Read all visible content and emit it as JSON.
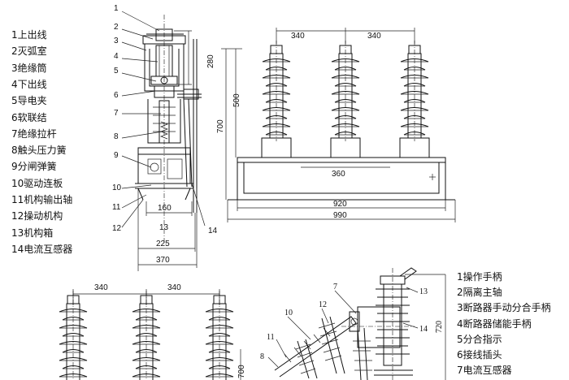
{
  "legend_left": [
    "1上出线",
    "2灭弧室",
    "3绝缘筒",
    "4下出线",
    "5导电夹",
    "6软联结",
    "7绝缘拉杆",
    "8触头压力簧",
    "9分闸弹簧",
    "10驱动连板",
    "11机构输出轴",
    "12操动机构",
    "13机构箱",
    "14电流互感器"
  ],
  "legend_right": [
    "1操作手柄",
    "2隔离主轴",
    "3断路器手动分合手柄",
    "4断路器储能手柄",
    "5分合指示",
    "6接线插头",
    "7电流互感器"
  ],
  "side_view": {
    "callouts": [
      "1",
      "2",
      "3",
      "4",
      "5",
      "6",
      "7",
      "8",
      "9",
      "10",
      "11",
      "12",
      "13",
      "14"
    ],
    "dims": {
      "height_top": "280",
      "width_160": "160",
      "width_225": "225",
      "width_370": "370"
    }
  },
  "front_view": {
    "dims": {
      "spacing_1": "340",
      "spacing_2": "340",
      "height_500": "500",
      "height_700": "700",
      "inner_360": "360",
      "width_920": "920",
      "width_990": "990"
    }
  },
  "bottom_front": {
    "dims": {
      "spacing_1": "340",
      "spacing_2": "340",
      "height_cut": "700"
    }
  },
  "bottom_side": {
    "callouts": [
      "7",
      "10",
      "12",
      "11",
      "8",
      "13",
      "14"
    ],
    "dims": {
      "height_720": "720"
    }
  }
}
